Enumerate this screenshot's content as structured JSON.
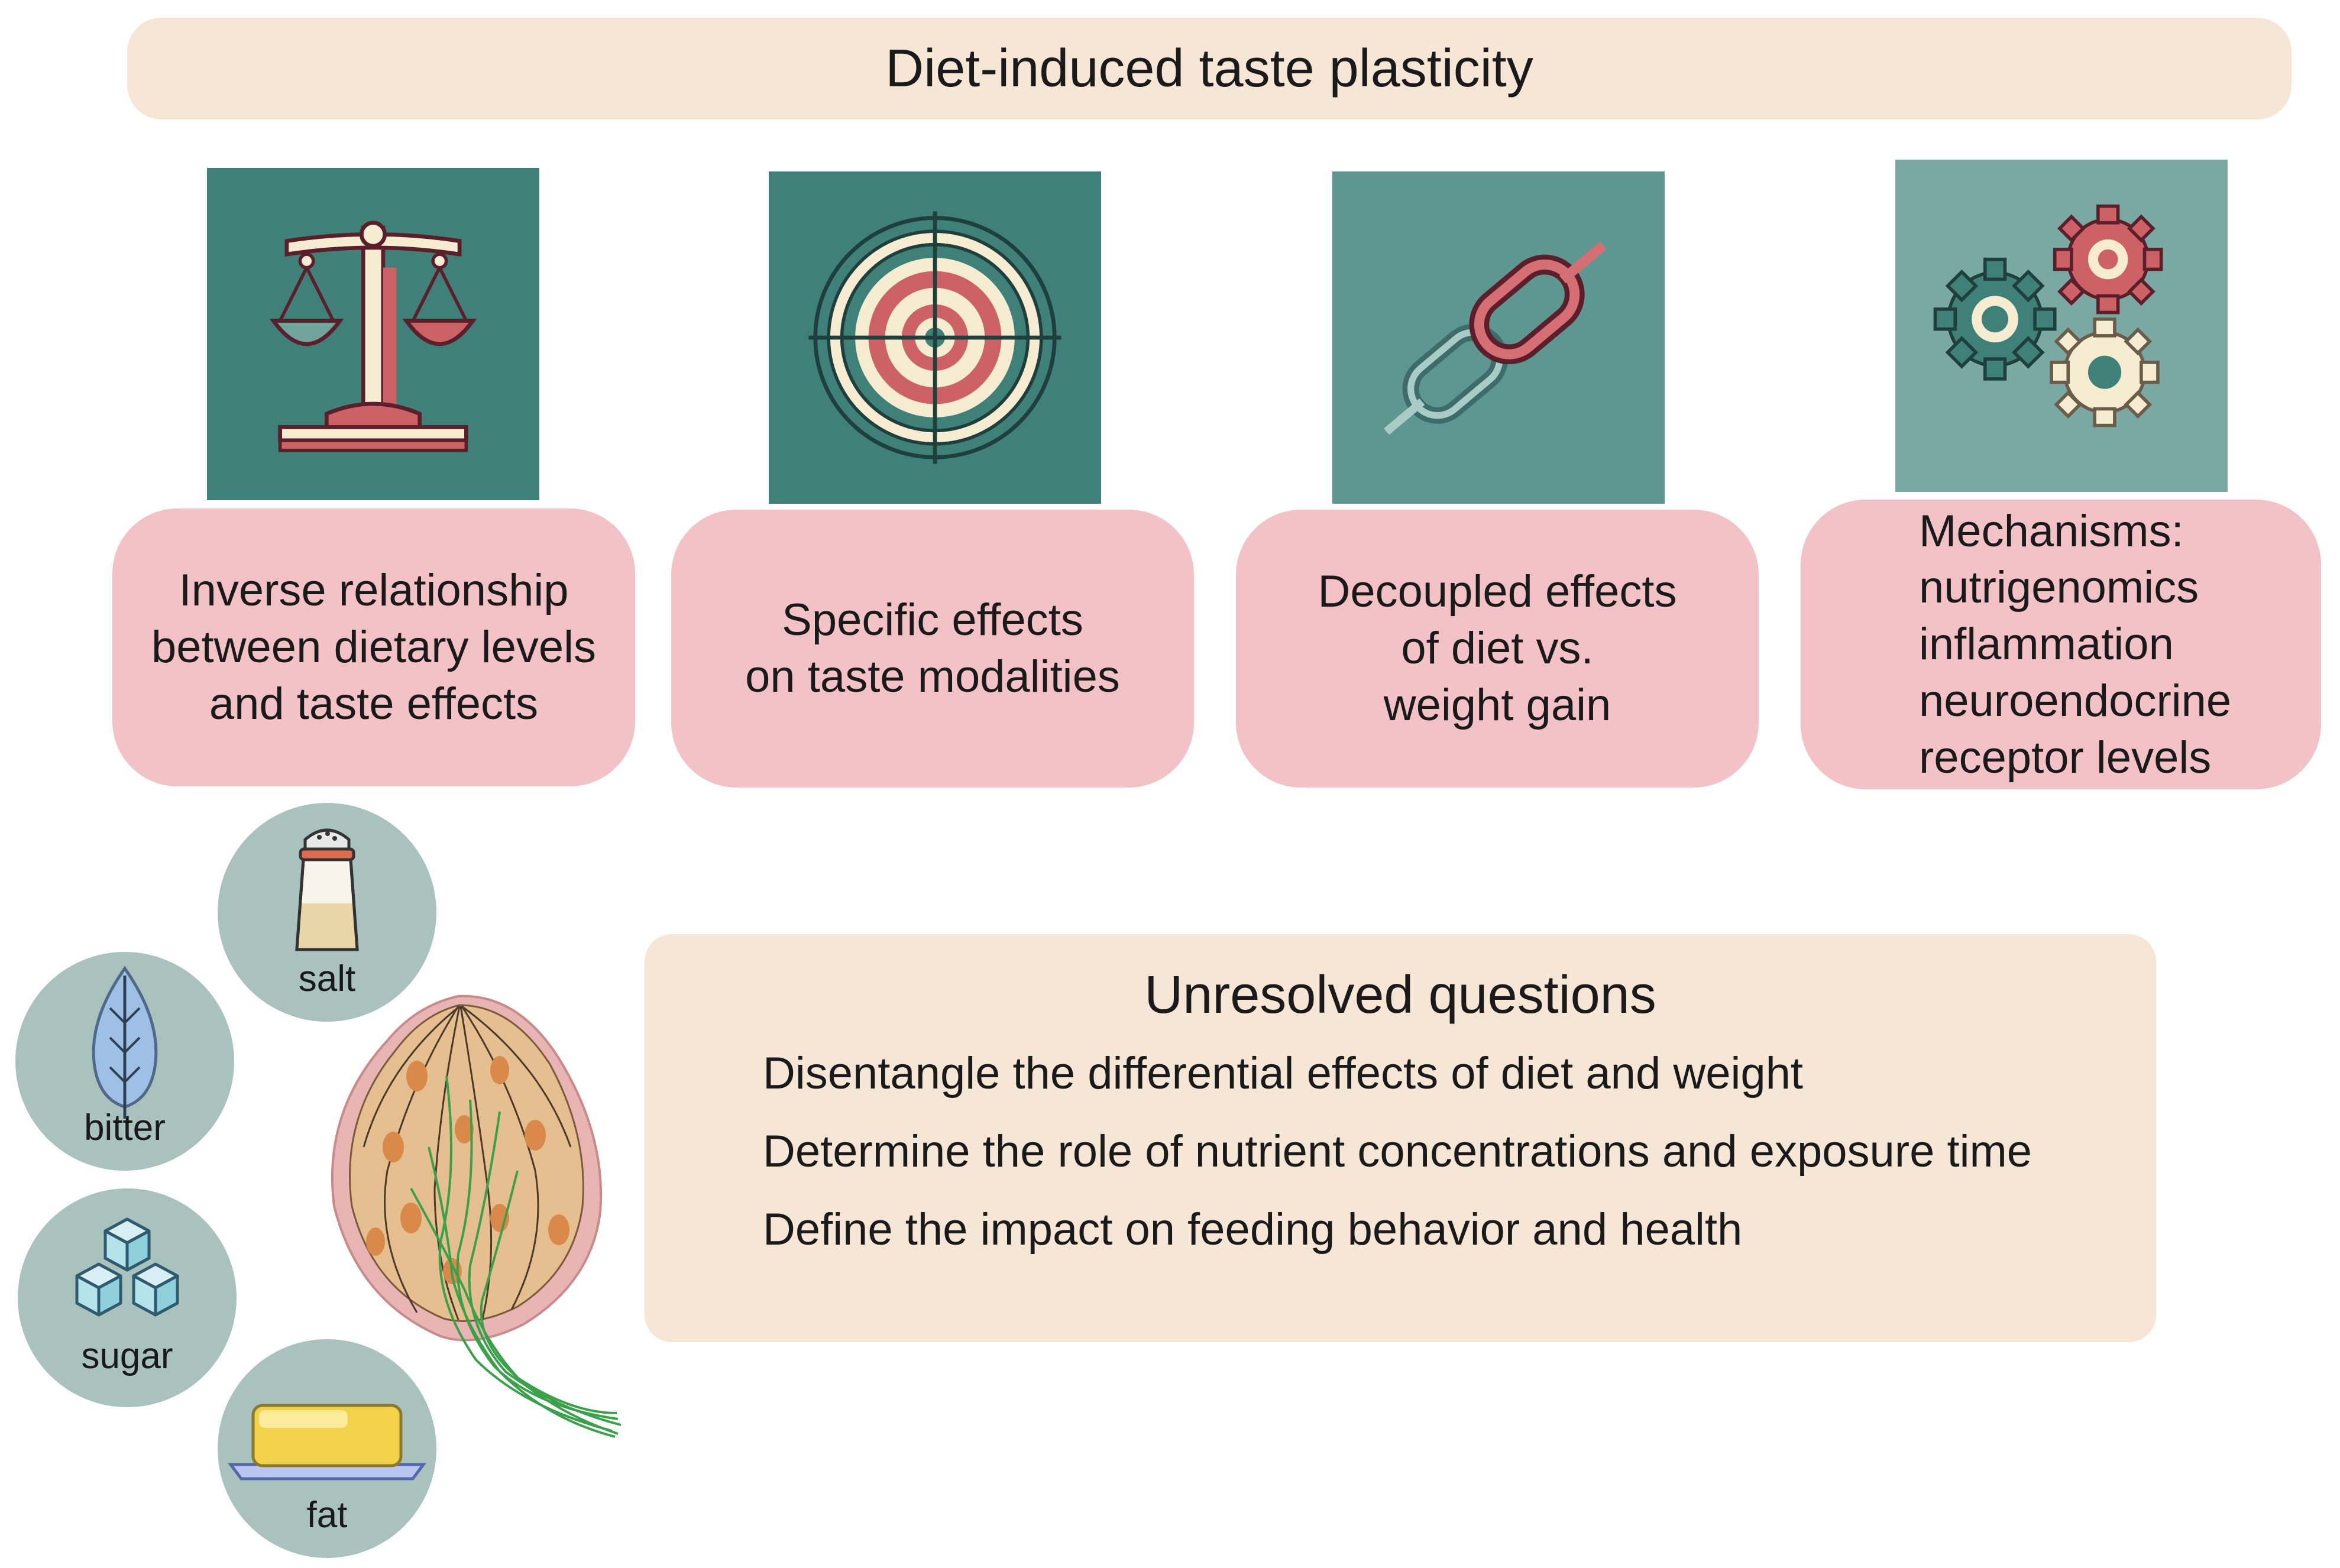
{
  "title": "Diet-induced taste plasticity",
  "colors": {
    "banner": "#f6e6d6",
    "card": "#f2c2c6",
    "tile_teal": "#3f8079",
    "tile_sage": "#6fa39b",
    "accent_red": "#cc6266",
    "accent_cream": "#f5ecd2",
    "taste_circle": "#a9c2be"
  },
  "cards": [
    {
      "icon": "balance-scale-icon",
      "lines": [
        "Inverse relationship",
        "between dietary levels",
        "and taste effects"
      ]
    },
    {
      "icon": "target-icon",
      "lines": [
        "Specific effects",
        "on taste modalities"
      ]
    },
    {
      "icon": "broken-chain-icon",
      "lines": [
        "Decoupled effects",
        "of diet vs.",
        "weight gain"
      ]
    },
    {
      "icon": "gears-icon",
      "lines": [
        "Mechanisms:",
        "nutrigenomics",
        "inflammation",
        "neuroendocrine",
        "receptor levels"
      ]
    }
  ],
  "tastes": [
    {
      "label": "salt",
      "icon": "salt-shaker-icon"
    },
    {
      "label": "bitter",
      "icon": "leaf-icon"
    },
    {
      "label": "sugar",
      "icon": "sugar-cubes-icon"
    },
    {
      "label": "fat",
      "icon": "butter-icon"
    }
  ],
  "taste_bud_icon": "taste-bud-icon",
  "unresolved": {
    "title": "Unresolved questions",
    "items": [
      "Disentangle the differential effects of diet and weight",
      "Determine the role of nutrient concentrations and exposure time",
      "Define the impact on feeding behavior and health"
    ]
  }
}
